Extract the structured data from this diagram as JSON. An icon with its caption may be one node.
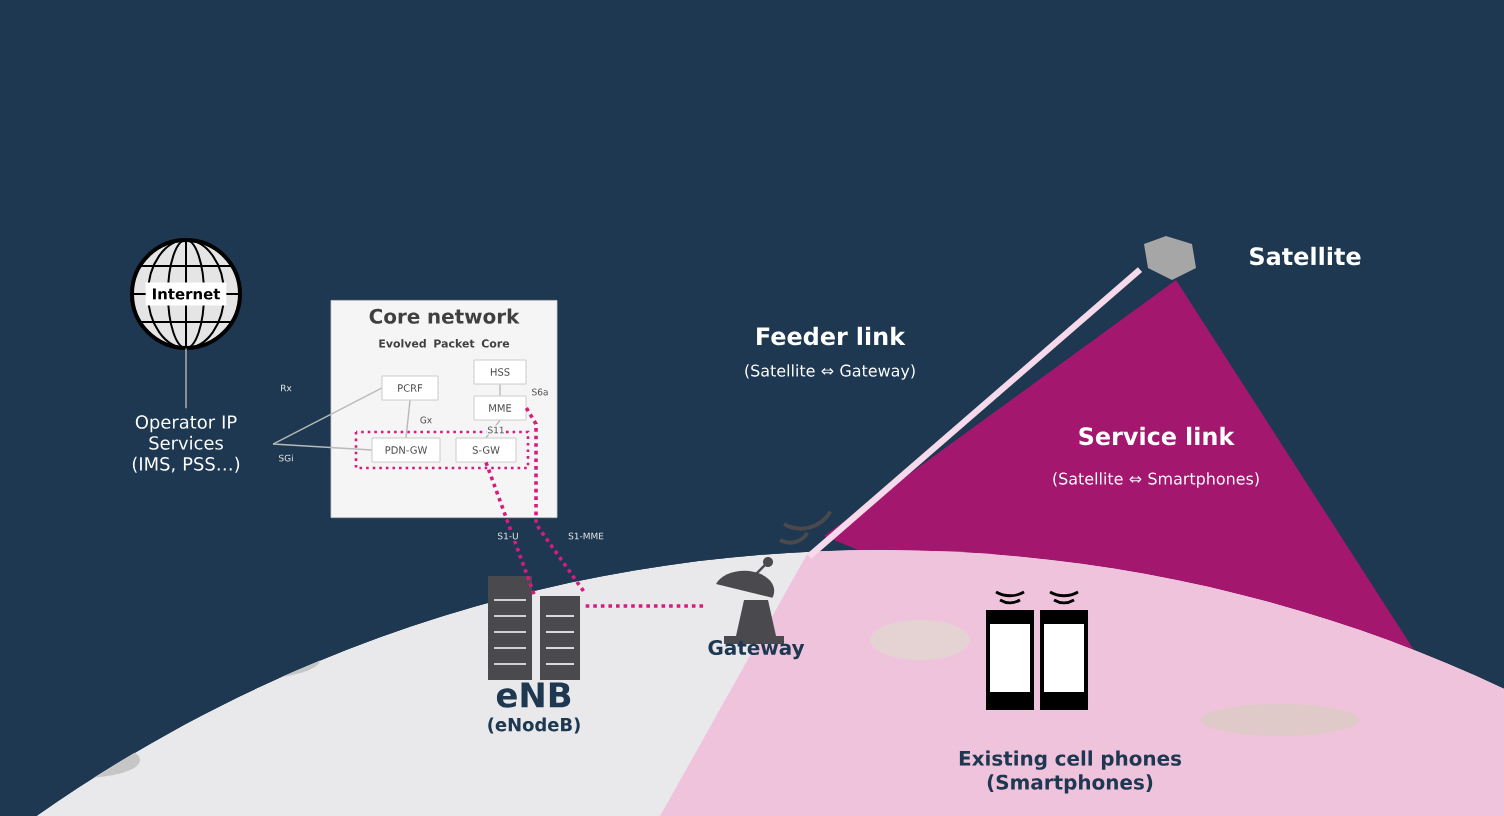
{
  "diagram": {
    "nodes": [
      {
        "text": [
          "Internet"
        ]
      },
      {
        "text": [
          "Operator IP Services (IMS, PSS…)"
        ]
      },
      {
        "text": [
          "Core network",
          "Evolved Packet Core"
        ]
      },
      {
        "text": [
          "PCRF"
        ],
        "in": 2
      },
      {
        "text": [
          "HSS"
        ],
        "in": 2
      },
      {
        "text": [
          "MME"
        ],
        "in": 2
      },
      {
        "text": [
          "PDN-GW"
        ],
        "in": 2
      },
      {
        "text": [
          "S-GW"
        ],
        "in": 2
      },
      {
        "text": [
          "eNB",
          "(eNodeB)"
        ]
      },
      {
        "text": [
          "Gateway"
        ]
      },
      {
        "text": [
          "Satellite"
        ]
      },
      {
        "text": [
          "Existing cell phones (Smartphones)"
        ]
      }
    ],
    "edges": [
      {
        "from": 0,
        "to": 1,
        "arrow": "none"
      },
      {
        "from": 1,
        "to": 3,
        "arrow": "none",
        "label": "Rx"
      },
      {
        "from": 1,
        "to": 6,
        "arrow": "none",
        "label": "SGi"
      },
      {
        "from": 3,
        "to": 6,
        "arrow": "none",
        "label": "Gx"
      },
      {
        "from": 4,
        "to": 5,
        "arrow": "none",
        "label": "S6a"
      },
      {
        "from": 5,
        "to": 7,
        "arrow": "none",
        "label": "S11"
      },
      {
        "from": 7,
        "to": 8,
        "arrow": "none",
        "label": "S1-U",
        "style": "dashed",
        "color": "#d81b7f"
      },
      {
        "from": 5,
        "to": 8,
        "arrow": "none",
        "label": "S1-MME",
        "style": "dashed",
        "color": "#d81b7f"
      },
      {
        "from": 8,
        "to": 9,
        "arrow": "none",
        "style": "dashed",
        "color": "#d81b7f"
      },
      {
        "from": 9,
        "to": 10,
        "arrow": "none",
        "style": "thick",
        "color": "#f6d9ea"
      }
    ],
    "labels": [
      "Feeder link",
      "(Satellite ⇔ Gateway)",
      "Service link",
      "(Satellite ⇔ Smartphones)"
    ]
  }
}
